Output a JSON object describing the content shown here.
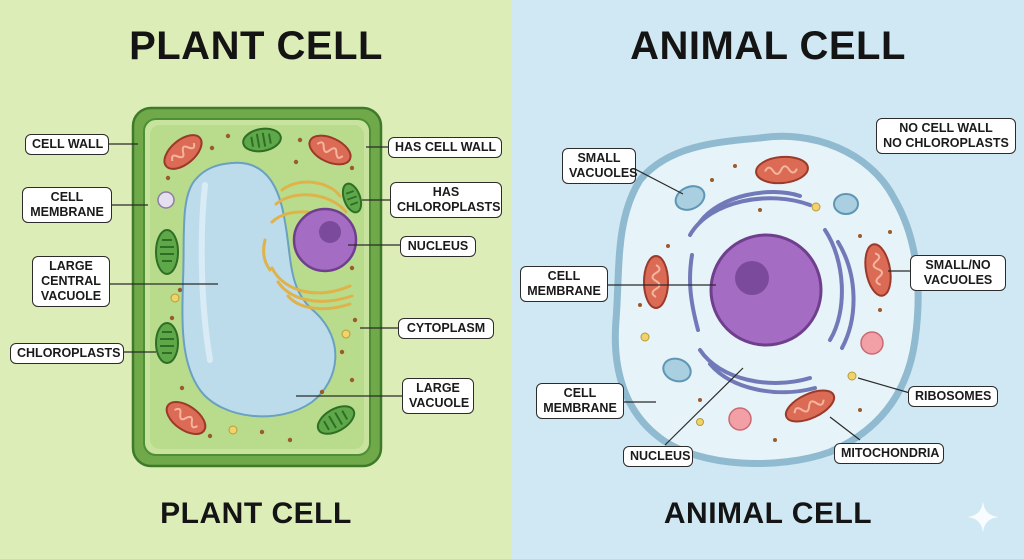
{
  "plant": {
    "title_top": "PLANT CELL",
    "title_bottom": "PLANT CELL",
    "labels": {
      "cell_wall": "CELL WALL",
      "cell_membrane": [
        "CELL",
        "MEMBRANE"
      ],
      "large_central_vacuole": [
        "LARGE",
        "CENTRAL",
        "VACUOLE"
      ],
      "chloroplasts": "CHLOROPLASTS",
      "has_cell_wall": "HAS CELL WALL",
      "has_chloroplasts": [
        "HAS",
        "CHLOROPLASTS"
      ],
      "nucleus": "NUCLEUS",
      "cytoplasm": "CYTOPLASM",
      "large_vacuole": [
        "LARGE",
        "VACUOLE"
      ]
    }
  },
  "animal": {
    "title_top": "ANIMAL CELL",
    "title_bottom": "ANIMAL CELL",
    "labels": {
      "small_vacuoles": [
        "SMALL",
        "VACUOLES"
      ],
      "no_cell_wall": [
        "NO CELL WALL",
        "NO CHLOROPLASTS"
      ],
      "cell_membrane_upper": [
        "CELL",
        "MEMBRANE"
      ],
      "small_no_vacuoles": [
        "SMALL/NO",
        "VACUOLES"
      ],
      "cell_membrane_lower": [
        "CELL",
        "MEMBRANE"
      ],
      "ribosomes": "RIBOSOMES",
      "nucleus": "NUCLEUS",
      "mitochondria": "MITOCHONDRIA"
    }
  },
  "colors": {
    "plant_bg": "#dcedb8",
    "animal_bg": "#cfe8f3",
    "cell_wall": "#6fa94a",
    "cytoplasm_plant": "#b9dc8c",
    "vacuole": "#bcdcec",
    "nucleus": "#a46cc2",
    "mitochondria": "#dc6b55",
    "chloroplast": "#5fa84a",
    "golgi": "#e9c15a",
    "er": "#7279b8",
    "animal_membrane": "#8fbad0",
    "animal_cytoplasm": "#e6f3f8",
    "lysosome": "#f2a0a6"
  },
  "icons": [
    "sparkle-icon"
  ]
}
